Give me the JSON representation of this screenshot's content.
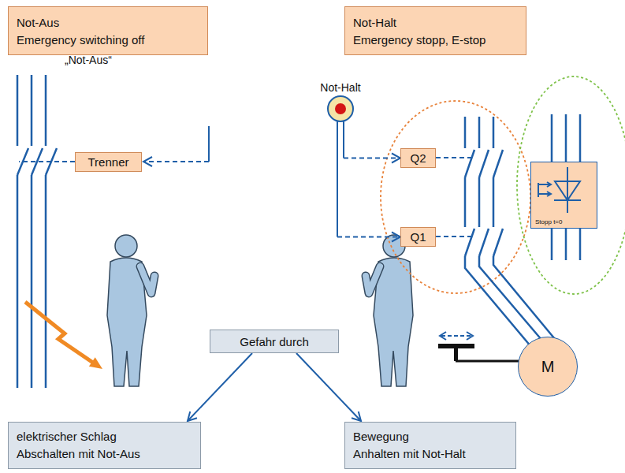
{
  "diagram": {
    "nodes": [
      {
        "text": [
          "Not-Aus",
          "Emergency switching off"
        ]
      },
      {
        "text": [
          "Not-Halt",
          "Emergency stopp, E-stop"
        ]
      },
      {
        "text": [
          "Trenner"
        ]
      },
      {
        "text": [
          "Not-Halt"
        ]
      },
      {
        "text": [
          "Q2"
        ]
      },
      {
        "text": [
          "Q1"
        ]
      },
      {
        "text": [
          "Stopp t=0"
        ]
      },
      {
        "text": [
          "M"
        ]
      },
      {
        "text": [
          "Gefahr durch"
        ]
      },
      {
        "text": [
          "elektrischer Schlag",
          "Abschalten mit Not-Aus"
        ]
      },
      {
        "text": [
          "Bewegung",
          "Anhalten mit Not-Halt"
        ]
      }
    ],
    "edges": [
      {
        "from": 3,
        "to": 4,
        "arrow": "to"
      },
      {
        "from": 3,
        "to": 5,
        "arrow": "to"
      },
      {
        "from": 8,
        "to": 9,
        "arrow": "to"
      },
      {
        "from": 8,
        "to": 10,
        "arrow": "to"
      }
    ],
    "labels": [
      "„Not-Aus“"
    ]
  }
}
